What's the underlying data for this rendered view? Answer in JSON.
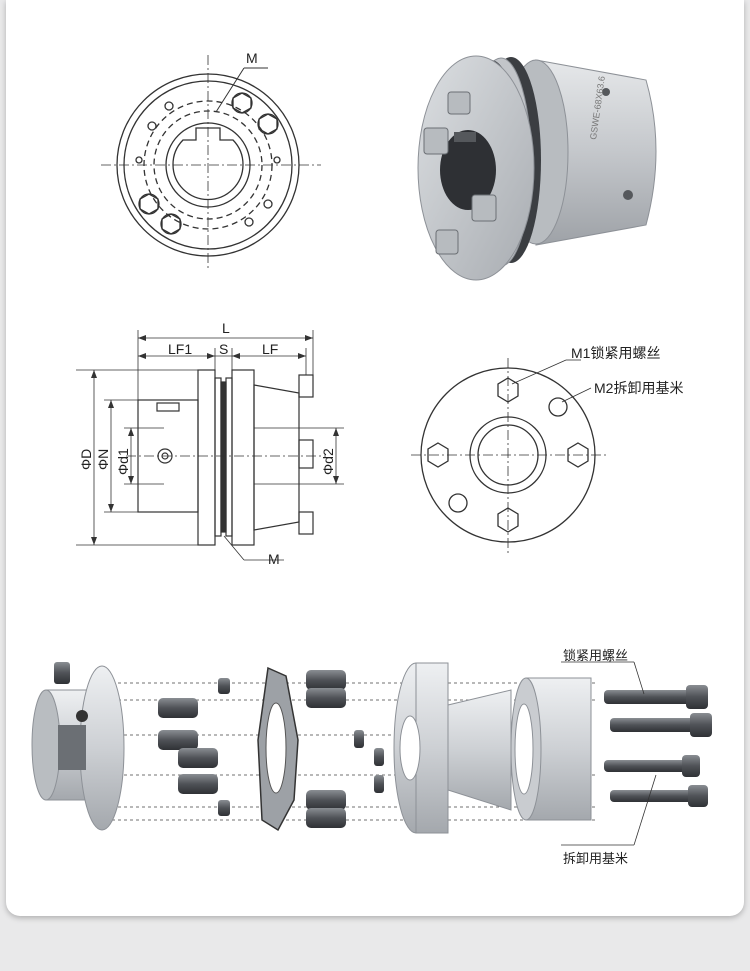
{
  "labels": {
    "front_m": "M",
    "L": "L",
    "LF1": "LF1",
    "S": "S",
    "LF": "LF",
    "phi_D": "ΦD",
    "phi_N": "ΦN",
    "phi_d1": "Φd1",
    "phi_d2": "Φd2",
    "side_m": "M",
    "m1": "M1锁紧用螺丝",
    "m2": "M2拆卸用基米",
    "lock_screw": "锁紧用螺丝",
    "removal": "拆卸用基米"
  },
  "product_marking": "GSWE-68X63.6",
  "colors": {
    "line": "#333333",
    "metal": "#c9ccd0",
    "metal_dark": "#8d9197",
    "bolt": "#5e6166",
    "background": "#e9e9ea",
    "card": "#ffffff"
  }
}
